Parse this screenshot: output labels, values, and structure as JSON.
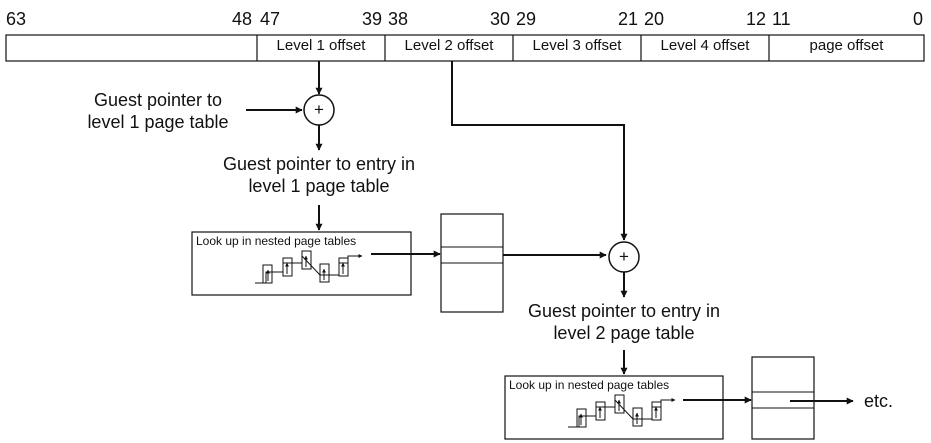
{
  "bit_positions": {
    "b63": "63",
    "b48": "48",
    "b47": "47",
    "b39": "39",
    "b38": "38",
    "b30": "30",
    "b29": "29",
    "b21": "21",
    "b20": "20",
    "b12": "12",
    "b11": "11",
    "b0": "0"
  },
  "fields": {
    "level1": "Level 1 offset",
    "level2": "Level 2 offset",
    "level3": "Level 3 offset",
    "level4": "Level 4 offset",
    "page": "page offset"
  },
  "labels": {
    "guest_ptr_l1_table_line1": "Guest pointer to",
    "guest_ptr_l1_table_line2": "level 1 page table",
    "guest_ptr_entry_l1_line1": "Guest pointer to entry in",
    "guest_ptr_entry_l1_line2": "level 1 page table",
    "guest_ptr_entry_l2_line1": "Guest pointer to entry in",
    "guest_ptr_entry_l2_line2": "level 2 page table",
    "lookup_nested_1": "Look up in nested page tables",
    "lookup_nested_2": "Look up in nested page tables",
    "etc": "etc.",
    "plus": "+"
  }
}
